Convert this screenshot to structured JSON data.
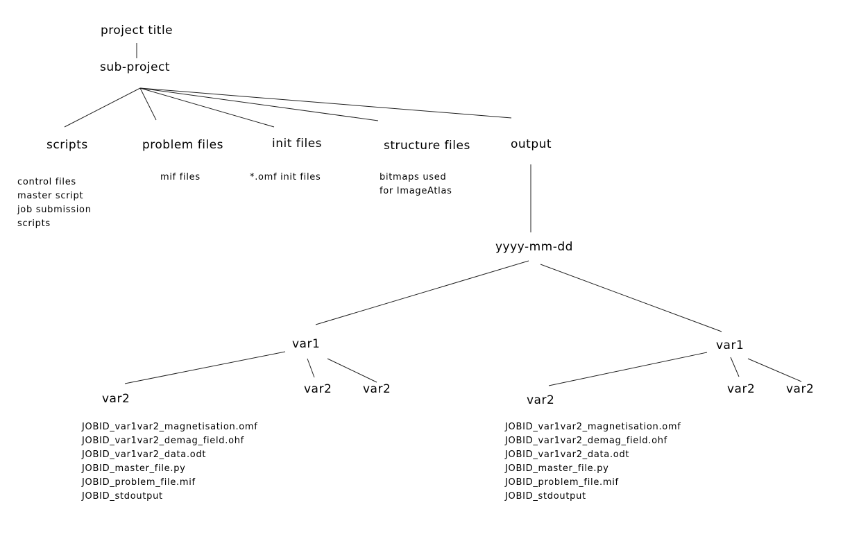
{
  "colors": {
    "background": "#ffffff",
    "text": "#000000",
    "line": "#1f1f1f"
  },
  "tree": {
    "project_title": "project title",
    "sub_project": "sub-project",
    "level2": {
      "scripts": {
        "label": "scripts",
        "notes": [
          "control files",
          "master script",
          "job submission",
          "scripts"
        ]
      },
      "problem_files": {
        "label": "problem files",
        "notes": [
          "mif files"
        ]
      },
      "init_files": {
        "label": "init files",
        "notes": [
          "*.omf init files"
        ]
      },
      "structure_files": {
        "label": "structure files",
        "notes": [
          "bitmaps used",
          "for ImageAtlas"
        ]
      },
      "output": {
        "label": "output"
      }
    },
    "date_folder": "yyyy-mm-dd",
    "left_branch": {
      "var1": "var1",
      "var2_main": "var2",
      "var2_leaf1": "var2",
      "var2_leaf2": "var2",
      "files": [
        "JOBID_var1var2_magnetisation.omf",
        "JOBID_var1var2_demag_field.ohf",
        "JOBID_var1var2_data.odt",
        "JOBID_master_file.py",
        "JOBID_problem_file.mif",
        "JOBID_stdoutput"
      ]
    },
    "right_branch": {
      "var1": "var1",
      "var2_main": "var2",
      "var2_leaf1": "var2",
      "var2_leaf2": "var2",
      "files": [
        "JOBID_var1var2_magnetisation.omf",
        "JOBID_var1var2_demag_field.ohf",
        "JOBID_var1var2_data.odt",
        "JOBID_master_file.py",
        "JOBID_problem_file.mif",
        "JOBID_stdoutput"
      ]
    }
  }
}
